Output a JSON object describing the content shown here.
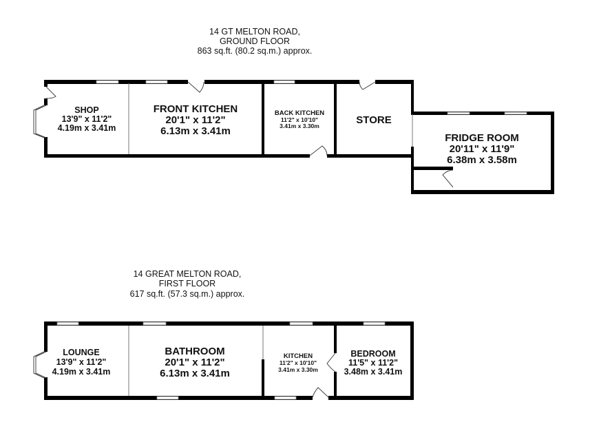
{
  "ground_floor": {
    "title": [
      "14 GT MELTON ROAD,",
      "GROUND FLOOR",
      "863 sq.ft. (80.2 sq.m.) approx."
    ],
    "rooms": [
      {
        "name": "SHOP",
        "imperial": "13'9\"  x 11'2\"",
        "metric": "4.19m  x 3.41m"
      },
      {
        "name": "FRONT KITCHEN",
        "imperial": "20'1\"  x 11'2\"",
        "metric": "6.13m  x 3.41m"
      },
      {
        "name": "BACK KITCHEN",
        "imperial": "11'2\"  x 10'10\"",
        "metric": "3.41m  x 3.30m"
      },
      {
        "name": "STORE"
      },
      {
        "name": "FRIDGE ROOM",
        "imperial": "20'11\"  x 11'9\"",
        "metric": "6.38m  x 3.58m"
      }
    ]
  },
  "first_floor": {
    "title": [
      "14 GREAT MELTON ROAD,",
      "FIRST FLOOR",
      "617 sq.ft. (57.3 sq.m.) approx."
    ],
    "rooms": [
      {
        "name": "LOUNGE",
        "imperial": "13'9\"  x 11'2\"",
        "metric": "4.19m  x 3.41m"
      },
      {
        "name": "BATHROOM",
        "imperial": "20'1\"  x 11'2\"",
        "metric": "6.13m  x 3.41m"
      },
      {
        "name": "KITCHEN",
        "imperial": "11'2\"  x 10'10\"",
        "metric": "3.41m  x 3.30m"
      },
      {
        "name": "BEDROOM",
        "imperial": "11'5\"  x 11'2\"",
        "metric": "3.48m  x 3.41m"
      }
    ]
  }
}
